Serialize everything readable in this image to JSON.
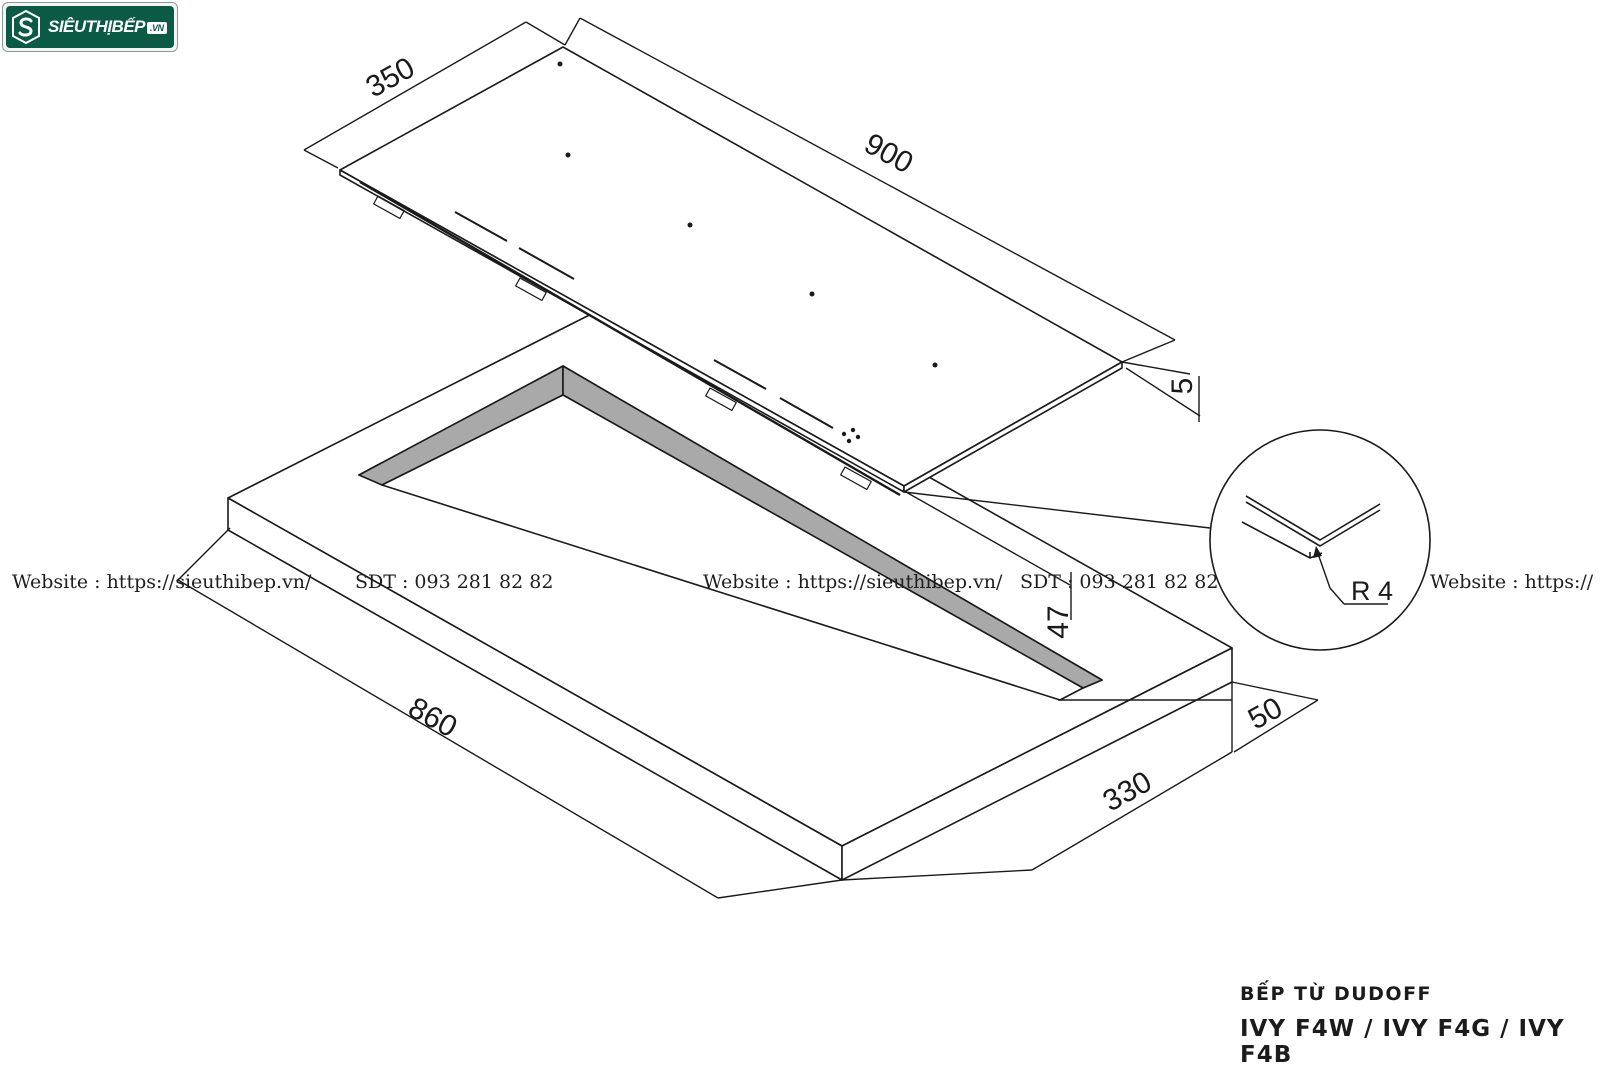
{
  "logo": {
    "brand_text": "SIÊUTHỊBẾP",
    "tld_text": ".VN",
    "colors": {
      "background": "#0b5a45",
      "text": "#ffffff"
    },
    "icon": "s-shield-icon"
  },
  "dimensions": {
    "hob_width": "350",
    "hob_length": "900",
    "glass_thickness": "5",
    "cutout_length": "860",
    "cutout_width": "330",
    "counter_edge": "50",
    "hob_depth": "47",
    "corner_radius": "R 4"
  },
  "watermarks": [
    "Website : https://sieuthibep.vn/",
    "SDT : 093 281 82 82",
    "Website : https://sieuthibep.vn/",
    "SDT : 093 281 82 82",
    "Website : https://"
  ],
  "caption": {
    "brand": "BẾP TỪ DUDOFF",
    "models": "IVY F4W / IVY F4G / IVY F4B"
  },
  "colors": {
    "line": "#1a1a1a",
    "cutout_wall": "#a9a9a9",
    "logo_green": "#0b5a45"
  }
}
